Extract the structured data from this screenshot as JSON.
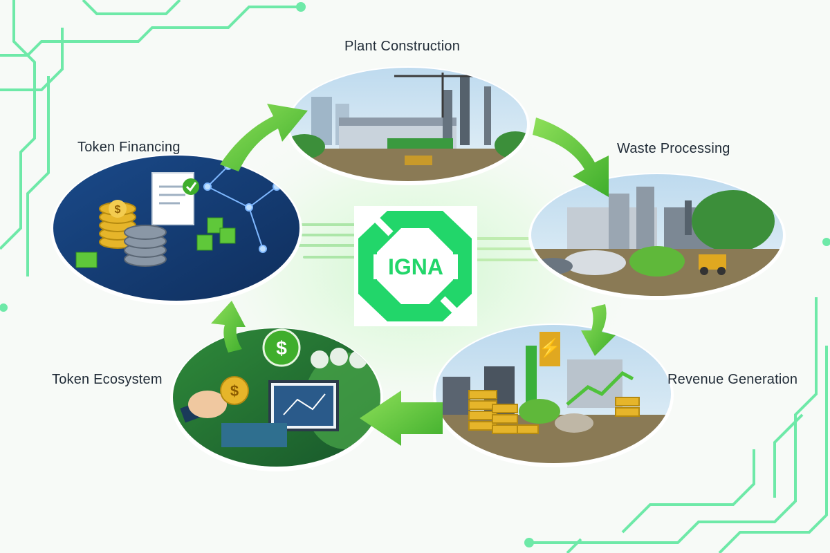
{
  "center": {
    "brand": "IGNA"
  },
  "stages": {
    "plant_construction": "Plant Construction",
    "waste_processing": "Waste Processing",
    "revenue_generation": "Revenue Generation",
    "token_ecosystem": "Token Ecosystem",
    "token_financing": "Token Financing"
  },
  "icons": {
    "dollar": "$"
  },
  "colors": {
    "accent": "#22d66a",
    "circuit": "#6ee9a8",
    "arrow": "#5cc23a",
    "label": "#1f2a36"
  }
}
